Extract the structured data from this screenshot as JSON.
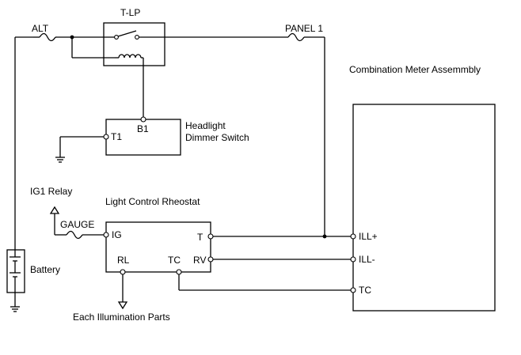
{
  "labels": {
    "alt": "ALT",
    "tlp": "T-LP",
    "panel": "PANEL 1",
    "combo_title": "Combination Meter Assemmbly",
    "b1": "B1",
    "t1": "T1",
    "headlight1": "Headlight",
    "headlight2": "Dimmer Switch",
    "ig1": "IG1 Relay",
    "rheostat": "Light Control Rheostat",
    "gauge": "GAUGE",
    "ig": "IG",
    "t": "T",
    "rl": "RL",
    "tc_left": "TC",
    "rv": "RV",
    "battery": "Battery",
    "ill_plus": "ILL+",
    "ill_minus": "ILL-",
    "tc_right": "TC",
    "illum": "Each Illumination Parts"
  },
  "colors": {
    "line": "#000000",
    "background": "#ffffff"
  }
}
